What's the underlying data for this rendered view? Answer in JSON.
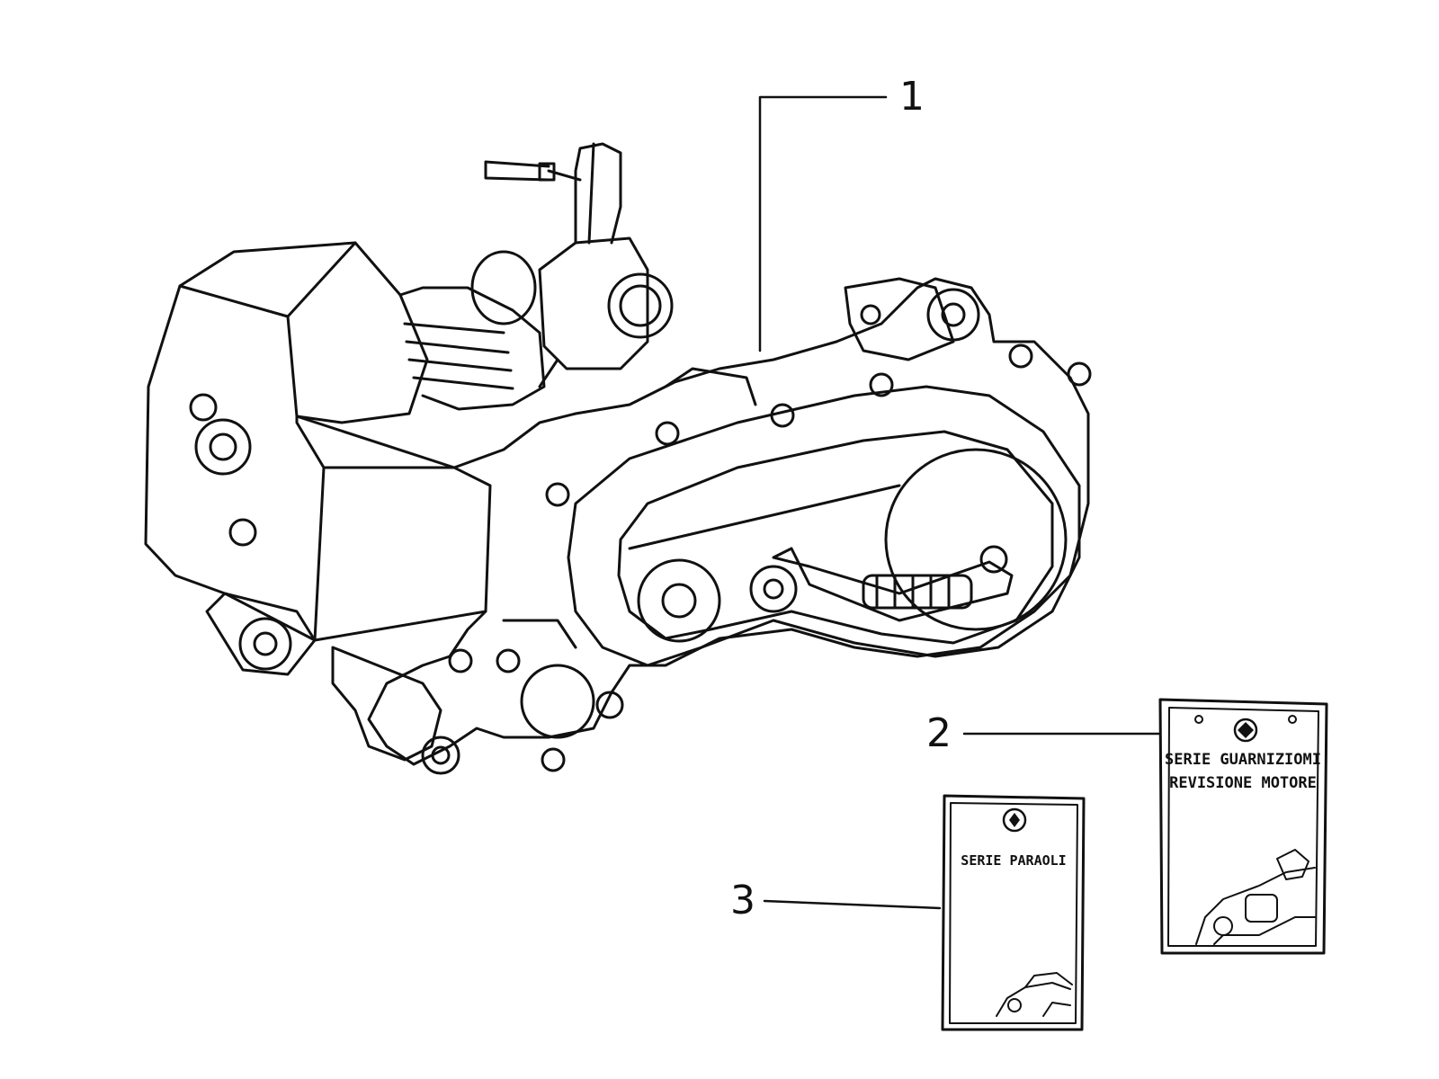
{
  "diagram": {
    "callouts": [
      {
        "number": "1",
        "part": "engine"
      },
      {
        "number": "2",
        "part": "gasket-kit"
      },
      {
        "number": "3",
        "part": "oil-seal-kit"
      }
    ],
    "packages": {
      "gasket_kit": {
        "line1": "SERIE GUARNIZIOMI",
        "line2": "REVISIONE MOTORE"
      },
      "oil_seal_kit": {
        "line1": "SERIE PARAOLI"
      }
    },
    "colors": {
      "ink": "#111111",
      "paper": "#ffffff"
    },
    "icons": [
      "piaggio-logo-icon"
    ]
  }
}
